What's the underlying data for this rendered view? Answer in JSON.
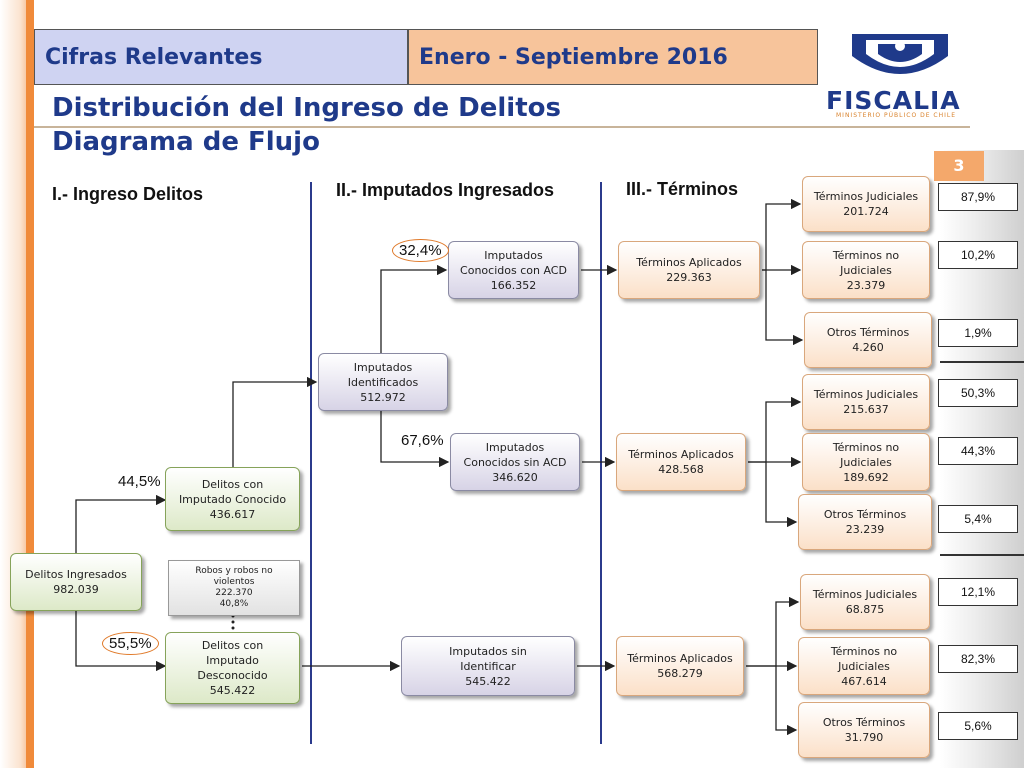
{
  "header": {
    "left": "Cifras Relevantes",
    "right": "Enero - Septiembre 2016",
    "title_line1": "Distribución del Ingreso de Delitos",
    "title_line2": "Diagrama de Flujo",
    "page_number": "3"
  },
  "logo": {
    "name": "FISCALIA",
    "subtitle": "MINISTERIO PÚBLICO DE CHILE"
  },
  "sections": {
    "s1": "I.- Ingreso Delitos",
    "s2": "II.- Imputados Ingresados",
    "s3": "III.- Términos"
  },
  "nodes": {
    "ingresados": {
      "l1": "Delitos Ingresados",
      "l2": "982.039"
    },
    "conocido": {
      "l1": "Delitos con",
      "l2": "Imputado Conocido",
      "l3": "436.617"
    },
    "desconocido": {
      "l1": "Delitos con",
      "l2": "Imputado",
      "l3": "Desconocido",
      "l4": "545.422"
    },
    "robos": {
      "l1": "Robos y robos no",
      "l2": "violentos",
      "l3": "222.370",
      "l4": "40,8%"
    },
    "identificados": {
      "l1": "Imputados",
      "l2": "Identificados",
      "l3": "512.972"
    },
    "con_acd": {
      "l1": "Imputados",
      "l2": "Conocidos con ACD",
      "l3": "166.352"
    },
    "sin_acd": {
      "l1": "Imputados",
      "l2": "Conocidos sin ACD",
      "l3": "346.620"
    },
    "sin_identificar": {
      "l1": "Imputados sin",
      "l2": "Identificar",
      "l3": "545.422"
    },
    "aplicados_1": {
      "l1": "Términos Aplicados",
      "l2": "229.363"
    },
    "aplicados_2": {
      "l1": "Términos Aplicados",
      "l2": "428.568"
    },
    "aplicados_3": {
      "l1": "Términos Aplicados",
      "l2": "568.279"
    },
    "g1_judiciales": {
      "l1": "Términos Judiciales",
      "l2": "201.724"
    },
    "g1_no_judiciales": {
      "l1": "Términos no",
      "l2": "Judiciales",
      "l3": "23.379"
    },
    "g1_otros": {
      "l1": "Otros Términos",
      "l2": "4.260"
    },
    "g2_judiciales": {
      "l1": "Términos Judiciales",
      "l2": "215.637"
    },
    "g2_no_judiciales": {
      "l1": "Términos no",
      "l2": "Judiciales",
      "l3": "189.692"
    },
    "g2_otros": {
      "l1": "Otros Términos",
      "l2": "23.239"
    },
    "g3_judiciales": {
      "l1": "Términos Judiciales",
      "l2": "68.875"
    },
    "g3_no_judiciales": {
      "l1": "Términos no",
      "l2": "Judiciales",
      "l3": "467.614"
    },
    "g3_otros": {
      "l1": "Otros Términos",
      "l2": "31.790"
    }
  },
  "percentages": {
    "conocido": "44,5%",
    "desconocido": "55,5%",
    "con_acd": "32,4%",
    "sin_acd": "67,6%",
    "g1": [
      "87,9%",
      "10,2%",
      "1,9%"
    ],
    "g2": [
      "50,3%",
      "44,3%",
      "5,4%"
    ],
    "g3": [
      "12,1%",
      "82,3%",
      "5,6%"
    ]
  },
  "colors": {
    "header_blue": "#cfd3f2",
    "header_orange": "#f7c49b",
    "title_blue": "#1f3a8a",
    "accent_orange": "#f08a3a",
    "green_box": "#dde9c8",
    "purple_box": "#d7d3e6",
    "peach_box": "#fbe0c8"
  }
}
